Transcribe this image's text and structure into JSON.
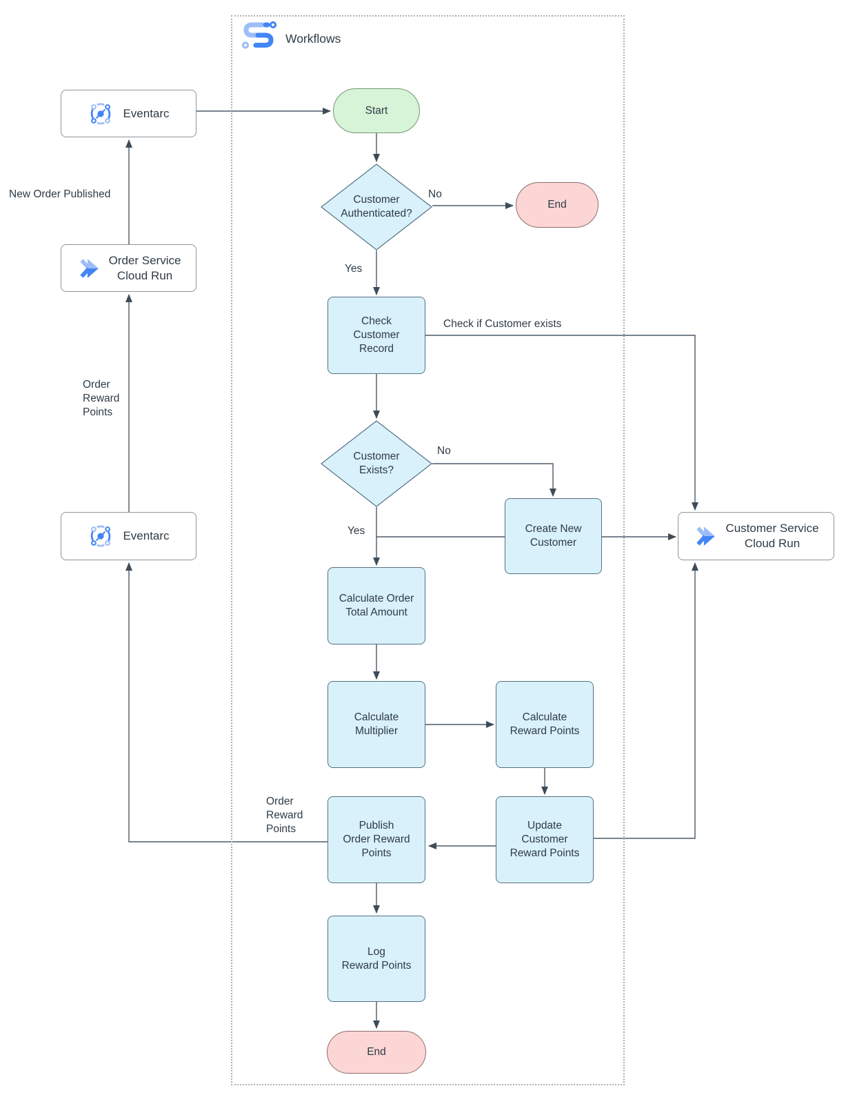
{
  "container": {
    "title": "Workflows"
  },
  "icons": {
    "workflows": "workflows-icon",
    "eventarc": "eventarc-icon",
    "cloud_run": "cloud-run-icon"
  },
  "external": {
    "eventarc_top": "Eventarc",
    "order_service": "Order Service\nCloud Run",
    "eventarc_bottom": "Eventarc",
    "customer_service": "Customer Service\nCloud Run"
  },
  "nodes": {
    "start": "Start",
    "auth": "Customer\nAuthenticated?",
    "end_top": "End",
    "check_record": "Check\nCustomer\nRecord",
    "exists": "Customer\nExists?",
    "create_customer": "Create New\nCustomer",
    "calc_total": "Calculate Order\nTotal Amount",
    "calc_multiplier": "Calculate\nMultiplier",
    "calc_reward": "Calculate\nReward Points",
    "update_reward": "Update\nCustomer\nReward Points",
    "publish_reward": "Publish\nOrder Reward\nPoints",
    "log_reward": "Log\nReward Points",
    "end_bottom": "End"
  },
  "labels": {
    "new_order_published": "New Order Published",
    "order_reward_points_left": "Order\nReward\nPoints",
    "order_reward_points_mid": "Order\nReward\nPoints",
    "no_auth": "No",
    "yes_auth": "Yes",
    "no_exists": "No",
    "yes_exists": "Yes",
    "check_if_exists": "Check if Customer exists"
  },
  "colors": {
    "process_fill": "#d9f1fb",
    "process_stroke": "#547080",
    "terminal_green_fill": "#d7f3d8",
    "terminal_green_stroke": "#71976f",
    "terminal_red_fill": "#fbd6d4",
    "terminal_red_stroke": "#8f6b6e",
    "external_stroke": "#8d9399",
    "connector": "#4b5866",
    "text": "#2e3b46",
    "icon_blue": "#4285f4",
    "icon_blue_light": "#9dbdf9"
  }
}
